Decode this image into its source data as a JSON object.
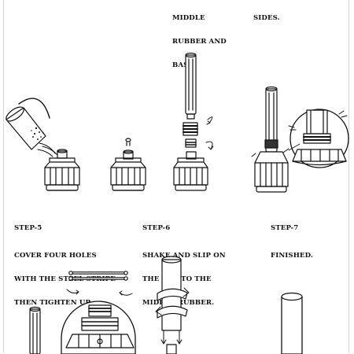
{
  "top_fragments": {
    "left_lines": [
      "MIDDLE",
      "RUBBER AND",
      "BASE."
    ],
    "right_lines": [
      "SIDES."
    ]
  },
  "steps": [
    {
      "label": "STEP-5",
      "lines": [
        "COVER FOUR HOLES",
        "WITH THE STEEL STRIPE",
        "THEN TIGHTEN UP."
      ]
    },
    {
      "label": "STEP-6",
      "lines": [
        "SHAKE AND SLIP ON",
        "THE BAG TO THE",
        "MIDDLE RUBBER."
      ]
    },
    {
      "label": "STEP-7",
      "lines": [
        "FINISHED."
      ]
    }
  ],
  "icons": {
    "row1": [
      "water-bucket-icon",
      "base-with-cap-icon",
      "pole-assembly-icon",
      "assembled-stand-icon"
    ],
    "row2": [
      "steel-stripe-icon",
      "bag-slip-icon",
      "finished-bag-icon"
    ]
  }
}
